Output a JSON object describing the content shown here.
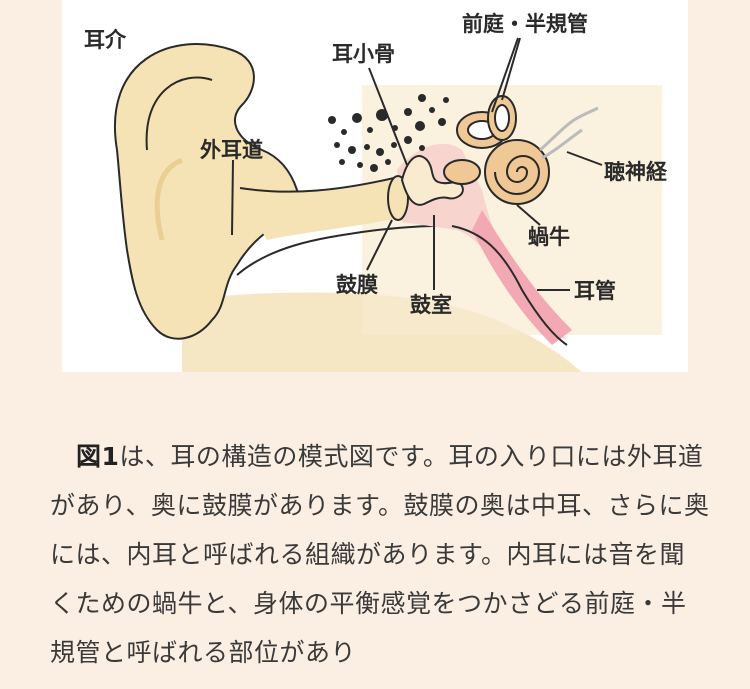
{
  "diagram": {
    "labels": {
      "auricle": "耳介",
      "ossicles": "耳小骨",
      "vestibule_canals": "前庭・半規管",
      "ear_canal": "外耳道",
      "auditory_nerve": "聴神経",
      "cochlea": "蝸牛",
      "eardrum": "鼓膜",
      "eustachian_tube": "耳管",
      "tympanic_cavity": "鼓室"
    },
    "colors": {
      "skin": "#f5e3b5",
      "skin_shadow": "#e9cf92",
      "middle_ear": "#f8d4cf",
      "tube_pink": "#f2a9b4",
      "cochlea": "#f0c896",
      "outline": "#2a2a2a"
    }
  },
  "article": {
    "figure_ref": "図1",
    "text": "は、耳の構造の模式図です。耳の入り口には外耳道があり、奥に鼓膜があります。鼓膜の奥は中耳、さらに奥には、内耳と呼ばれる組織があります。内耳には音を聞くための蝸牛と、身体の平衡感覚をつかさどる前庭・半規管と呼ばれる部位があり"
  }
}
